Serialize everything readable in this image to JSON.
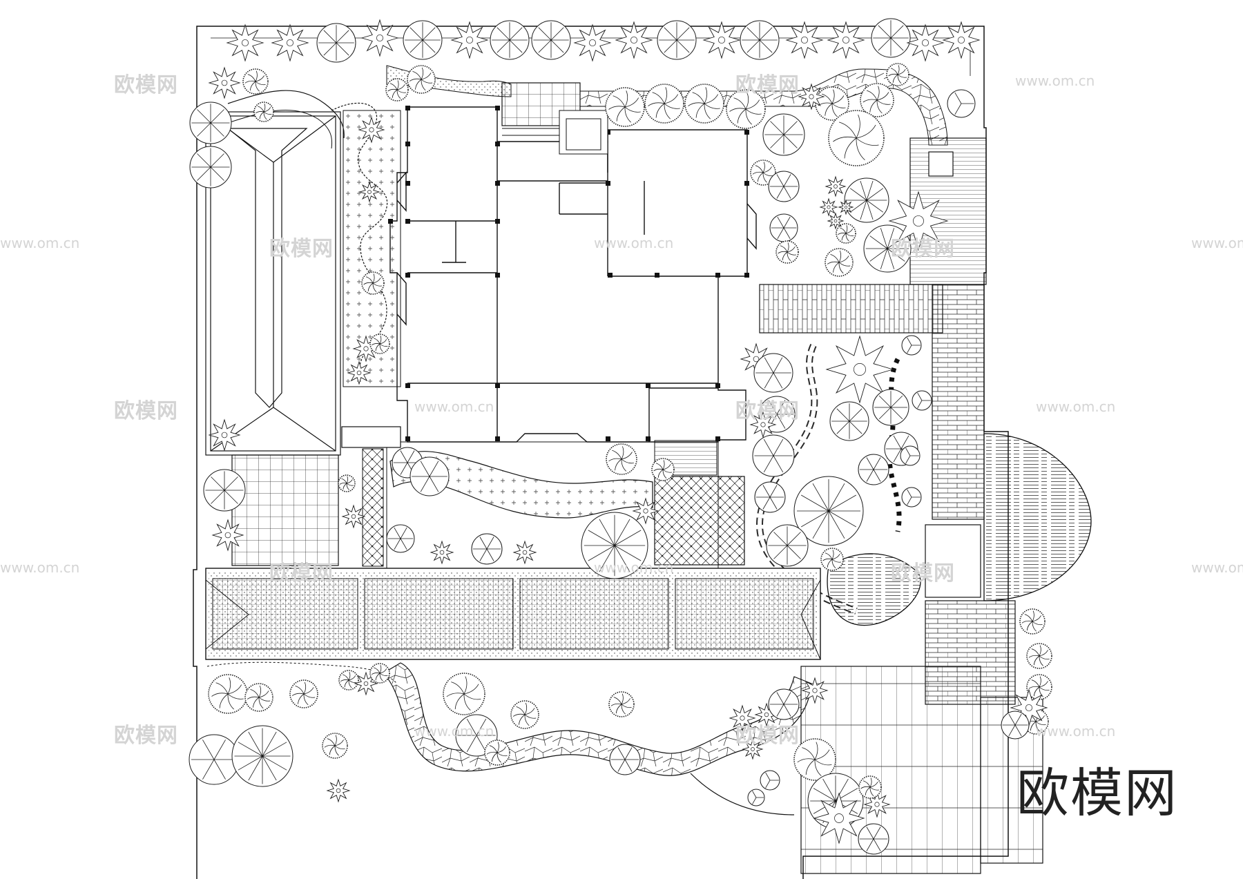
{
  "watermark": {
    "cn": "欧模网",
    "url": "www.om.cn"
  },
  "brand_mark": "欧模网",
  "colors": {
    "line": "#1a1a1a",
    "watermark": "#d4d4d4"
  }
}
